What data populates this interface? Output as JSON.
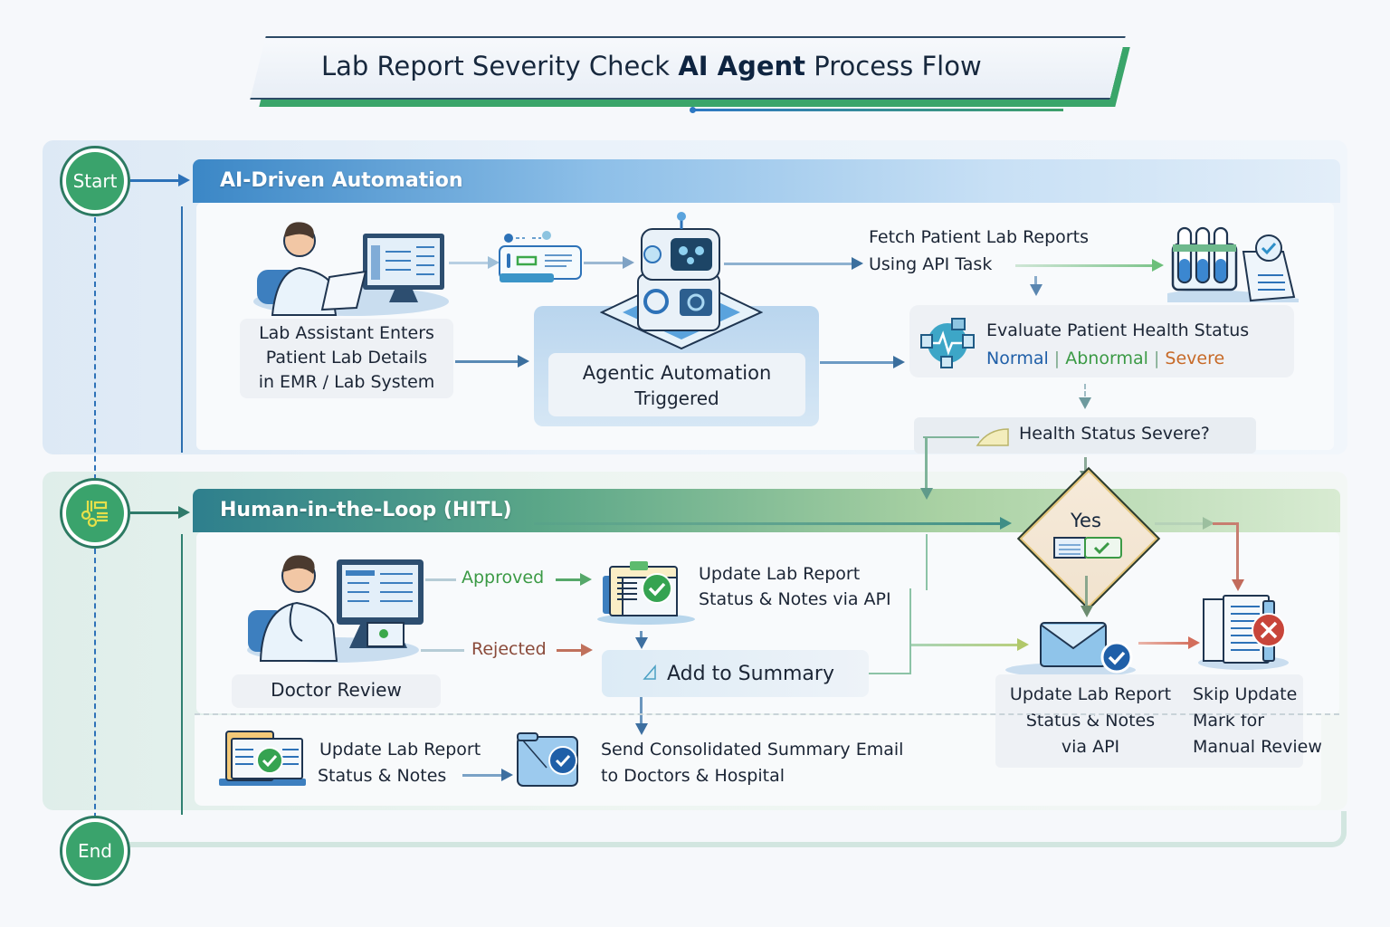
{
  "title": {
    "prefix": "Lab Report Severity Check ",
    "bold": "AI Agent",
    "suffix": " Process Flow"
  },
  "nodes": {
    "start": "Start",
    "end": "End",
    "hitl_icon": "hitl-workflow-icon"
  },
  "lanes": {
    "ai": {
      "title": "AI-Driven Automation",
      "color": "#3b87c6"
    },
    "hitl": {
      "title": "Human-in-the-Loop (HITL)",
      "color": "#2e7f8d"
    }
  },
  "ai_steps": {
    "lab_assistant": [
      "Lab Assistant Enters",
      "Patient Lab Details",
      "in EMR / Lab System"
    ],
    "agentic": [
      "Agentic Automation",
      "Triggered"
    ],
    "fetch": [
      "Fetch Patient Lab Reports",
      "Using API Task"
    ],
    "evaluate": {
      "title": "Evaluate Patient Health Status",
      "statuses": [
        {
          "label": "Normal",
          "color": "#1f5fa8"
        },
        {
          "label": "Abnormal",
          "color": "#3b9a45"
        },
        {
          "label": "Severe",
          "color": "#c76a28"
        }
      ],
      "separator": "|"
    },
    "decision": "Health Status Severe?"
  },
  "hitl_steps": {
    "doctor_review": "Doctor Review",
    "approved": "Approved",
    "rejected": "Rejected",
    "update_api": [
      "Update Lab Report",
      "Status & Notes via API"
    ],
    "add_summary": "Add to Summary",
    "yes_label": "Yes",
    "update_result": [
      "Update Lab Report",
      "Status & Notes",
      "via API"
    ],
    "skip_result": [
      "Skip Update",
      "Mark for",
      "Manual Review"
    ],
    "update_notes": [
      "Update Lab Report",
      "Status & Notes"
    ],
    "send_email": [
      "Send Consolidated Summary Email",
      "to Doctors & Hospital"
    ]
  },
  "colors": {
    "approved": "#3b9a45",
    "rejected": "#b35a45",
    "node_green": "#3aa36c",
    "arrow_blue": "#3b6f9e"
  }
}
